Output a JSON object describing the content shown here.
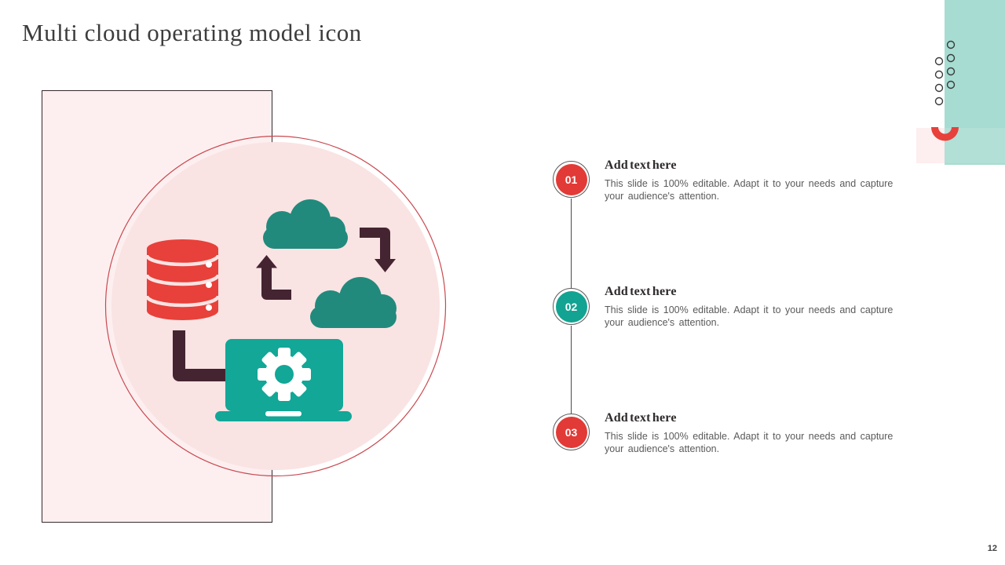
{
  "slide": {
    "title": "Multi cloud operating model icon",
    "page_number": "12"
  },
  "illustration": {
    "description": "multi cloud operating model icon",
    "icons": [
      "database-icon",
      "cloud-icon-top",
      "cloud-icon-bottom",
      "laptop-gear-icon",
      "down-elbow-arrow-icon",
      "up-elbow-arrow-icon",
      "elbow-connector-icon"
    ]
  },
  "decor": {
    "icons": [
      "dot-grid-icon",
      "half-ring-icon",
      "mint-banner",
      "pink-strip"
    ]
  },
  "timeline": {
    "items": [
      {
        "number": "01",
        "title": "Add text here",
        "body_lines": [
          "This slide is 100% editable. Adapt it to your needs and capture",
          "your audience's attention."
        ]
      },
      {
        "number": "02",
        "title": "Add text here",
        "body_lines": [
          "This slide is 100% editable. Adapt it to your needs and capture",
          "your audience's attention."
        ]
      },
      {
        "number": "03",
        "title": "Add text here",
        "body_lines": [
          "This slide is 100% editable. Adapt it to your needs and capture",
          "your audience's attention."
        ]
      }
    ]
  },
  "colors": {
    "accent_red": "#e23a36",
    "accent_teal": "#12a797",
    "badge_teal": "#12a392",
    "cloud_teal": "#218a7d",
    "arrow_maroon": "#452431",
    "mint_banner": "#a6dcd2",
    "mint_banner_light": "#b2dfd6",
    "circle_fill": "#fae3e3",
    "circle_ring": "#c9484f",
    "panel_fill": "#fdeff0",
    "panel_border": "#35292d",
    "title_text": "#3d3d3d",
    "body_text": "#5a5a5a"
  }
}
